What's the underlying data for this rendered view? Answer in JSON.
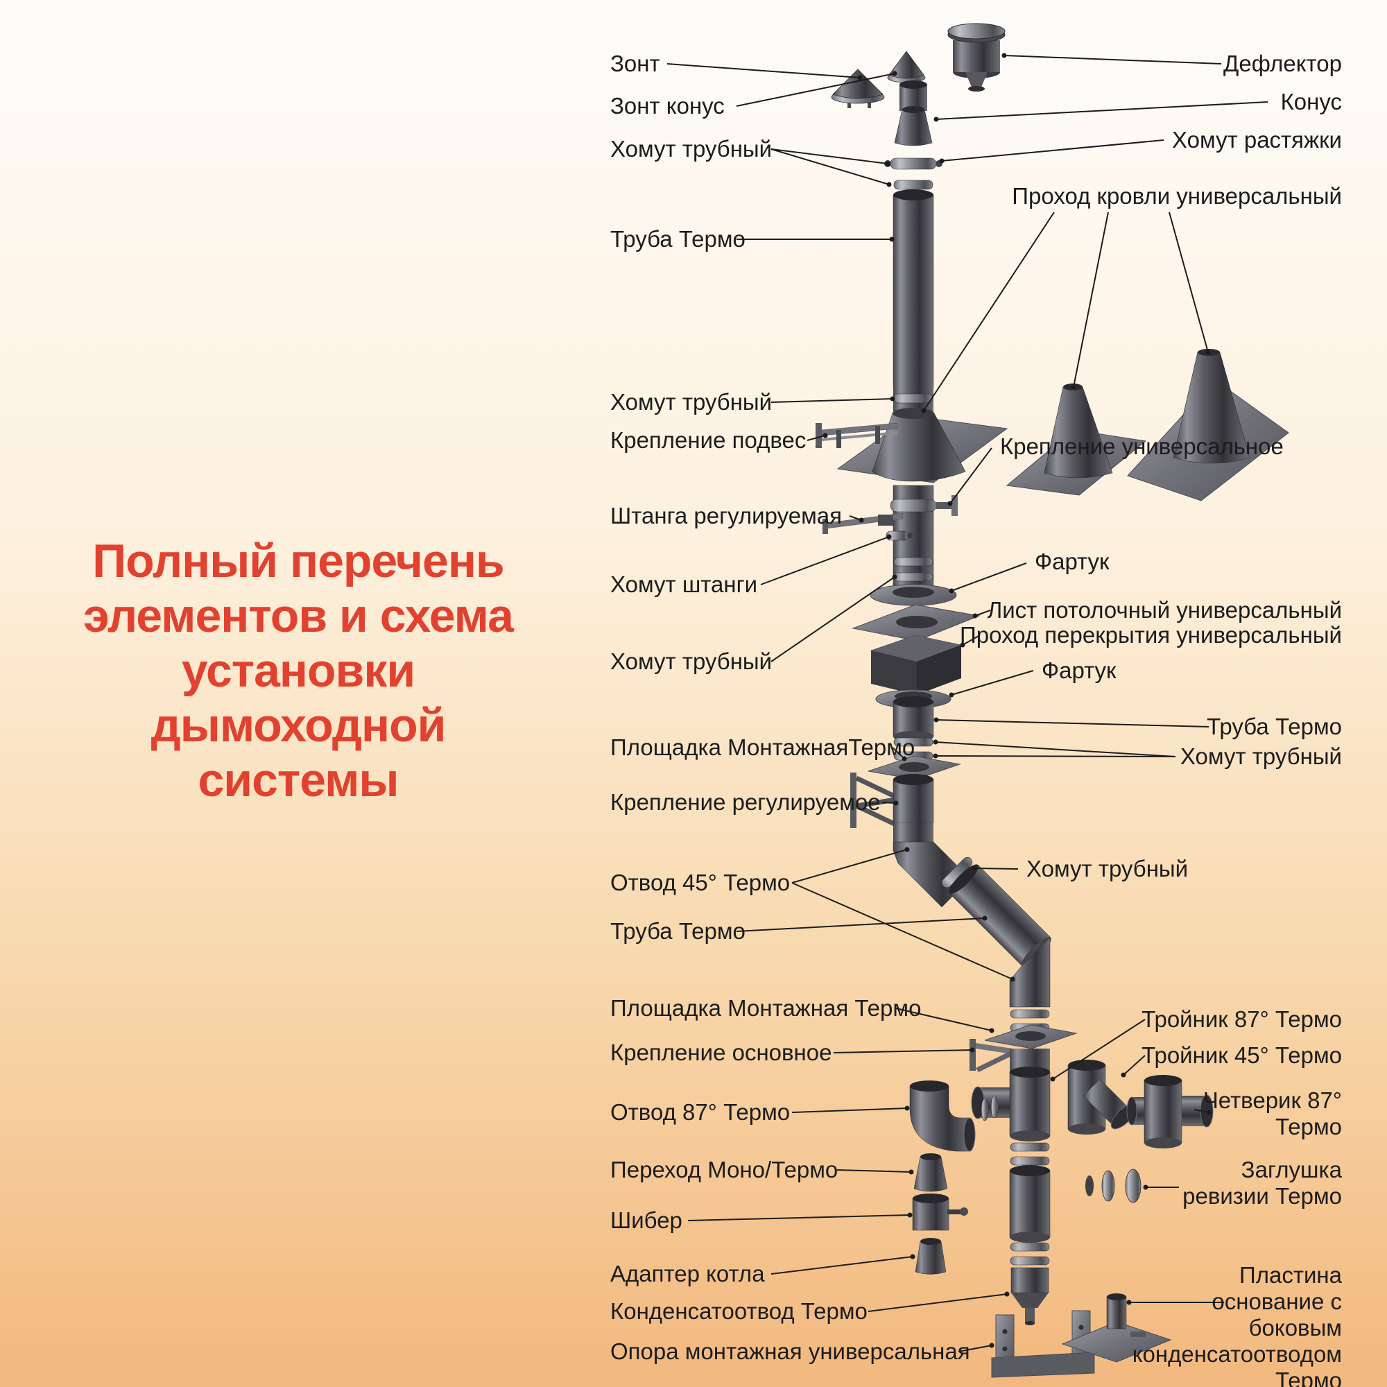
{
  "title": {
    "lines": [
      "Полный перечень",
      "элементов и схема",
      "установки",
      "дымоходной",
      "системы"
    ]
  },
  "labels_left": [
    "Зонт",
    "Зонт конус",
    "Хомут трубный",
    "Труба Термо",
    "Хомут трубный",
    "Крепление подвес",
    "Штанга регулируемая",
    "Хомут штанги",
    "Хомут трубный",
    "Площадка МонтажнаяТермо",
    "Крепление регулируемое",
    "Отвод 45° Термо",
    "Труба Термо",
    "Площадка Монтажная Термо",
    "Крепление основное",
    "Отвод 87° Термо",
    "Переход Моно/Термо",
    "Шибер",
    "Адаптер котла",
    "Конденсатоотвод Термо",
    "Опора монтажная универсальная"
  ],
  "labels_right": [
    "Дефлектор",
    "Конус",
    "Хомут растяжки",
    "Проход кровли универсальный",
    "Крепление универсальное",
    "Фартук",
    "Лист потолочный универсальный",
    "Проход перекрытия универсальный",
    "Фартук",
    "Труба Термо",
    "Хомут трубный",
    "Хомут трубный",
    "Тройник 87° Термо",
    "Тройник 45° Термо",
    "Четверик 87° Термо",
    "Заглушка ревизии Термо",
    "Пластина основание с боковым конденсатоотводом Термо"
  ],
  "colors": {
    "title": "#e14230",
    "label_text": "#1c1c1c",
    "callout_line": "#1c1c1c",
    "background_top": "#fefcf9",
    "background_bottom": "#f2b87e"
  }
}
